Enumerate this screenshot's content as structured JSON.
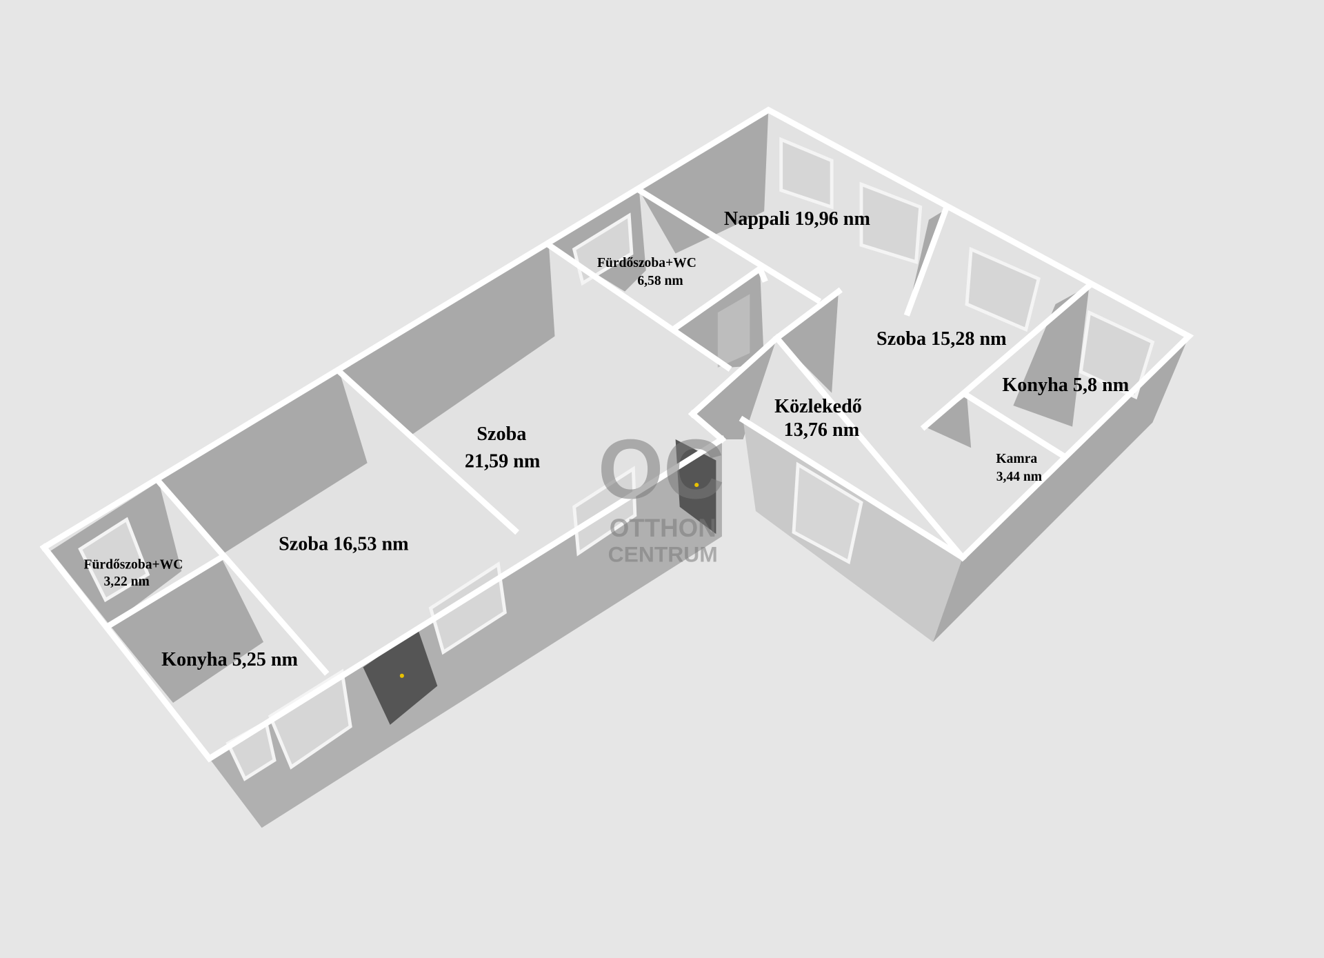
{
  "plan": {
    "rooms": [
      {
        "name": "Nappali",
        "area": "19,96 nm",
        "label": "Nappali 19,96 nm"
      },
      {
        "name": "Fürdőszoba+WC",
        "area": "6,58 nm",
        "label_line1": "Fürdőszoba+WC",
        "label_line2": "6,58 nm"
      },
      {
        "name": "Szoba",
        "area": "15,28 nm",
        "label": "Szoba 15,28 nm"
      },
      {
        "name": "Konyha",
        "area": "5,8 nm",
        "label": "Konyha 5,8 nm"
      },
      {
        "name": "Közlekedő",
        "area": "13,76 nm",
        "label_line1": "Közlekedő",
        "label_line2": "13,76 nm"
      },
      {
        "name": "Kamra",
        "area": "3,44 nm",
        "label_line1": "Kamra",
        "label_line2": "3,44 nm"
      },
      {
        "name": "Szoba",
        "area": "21,59 nm",
        "label_line1": "Szoba",
        "label_line2": "21,59 nm"
      },
      {
        "name": "Szoba",
        "area": "16,53 nm",
        "label": "Szoba 16,53 nm"
      },
      {
        "name": "Fürdőszoba+WC",
        "area": "3,22 nm",
        "label_line1": "Fürdőszoba+WC",
        "label_line2": "3,22 nm"
      },
      {
        "name": "Konyha",
        "area": "5,25 nm",
        "label": "Konyha 5,25 nm"
      }
    ]
  },
  "watermark": {
    "logo": "OC",
    "line1": "OTTHON",
    "line2": "CENTRUM"
  },
  "colors": {
    "background": "#e6e6e6",
    "floor": "#e2e2e2",
    "wall_face": "#a9a9a9",
    "wall_top": "#ffffff",
    "door": "#555555",
    "handle": "#e8c100"
  }
}
